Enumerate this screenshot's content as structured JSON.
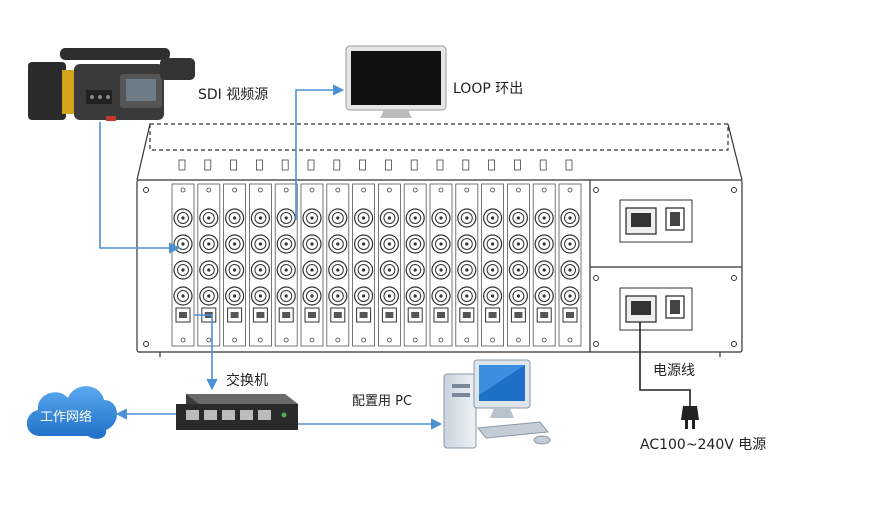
{
  "labels": {
    "sdi_source": "SDI 视频源",
    "loop_out": "LOOP 环出",
    "switch": "交换机",
    "config_pc": "配置用 PC",
    "power_cord": "电源线",
    "ac_power": "AC100~240V 电源",
    "work_network": "工作网络"
  },
  "chassis": {
    "card_count": 16,
    "rows_of_connectors": 4,
    "power_modules": 2
  },
  "colors": {
    "link_blue": "#4a90d9",
    "chassis_line": "#333333",
    "cloud_blue": "#2f7fd6",
    "monitor_screen": "#111111"
  },
  "icons": [
    "camcorder-icon",
    "monitor-icon",
    "switch-icon",
    "pc-icon",
    "cloud-icon",
    "plug-icon"
  ]
}
